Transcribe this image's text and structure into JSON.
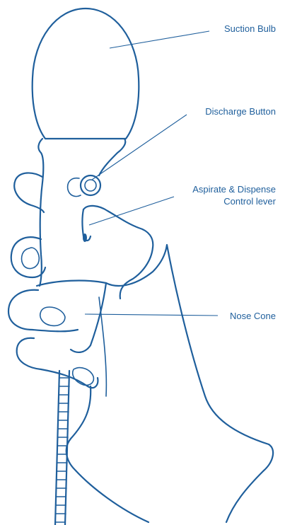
{
  "colors": {
    "ink": "#1f5f9c",
    "background": "#ffffff"
  },
  "labels": {
    "suction_bulb": "Suction Bulb",
    "discharge_button": "Discharge Button",
    "aspirate_line1": "Aspirate & Dispense",
    "aspirate_line2": "Control lever",
    "nose_cone": "Nose Cone"
  }
}
